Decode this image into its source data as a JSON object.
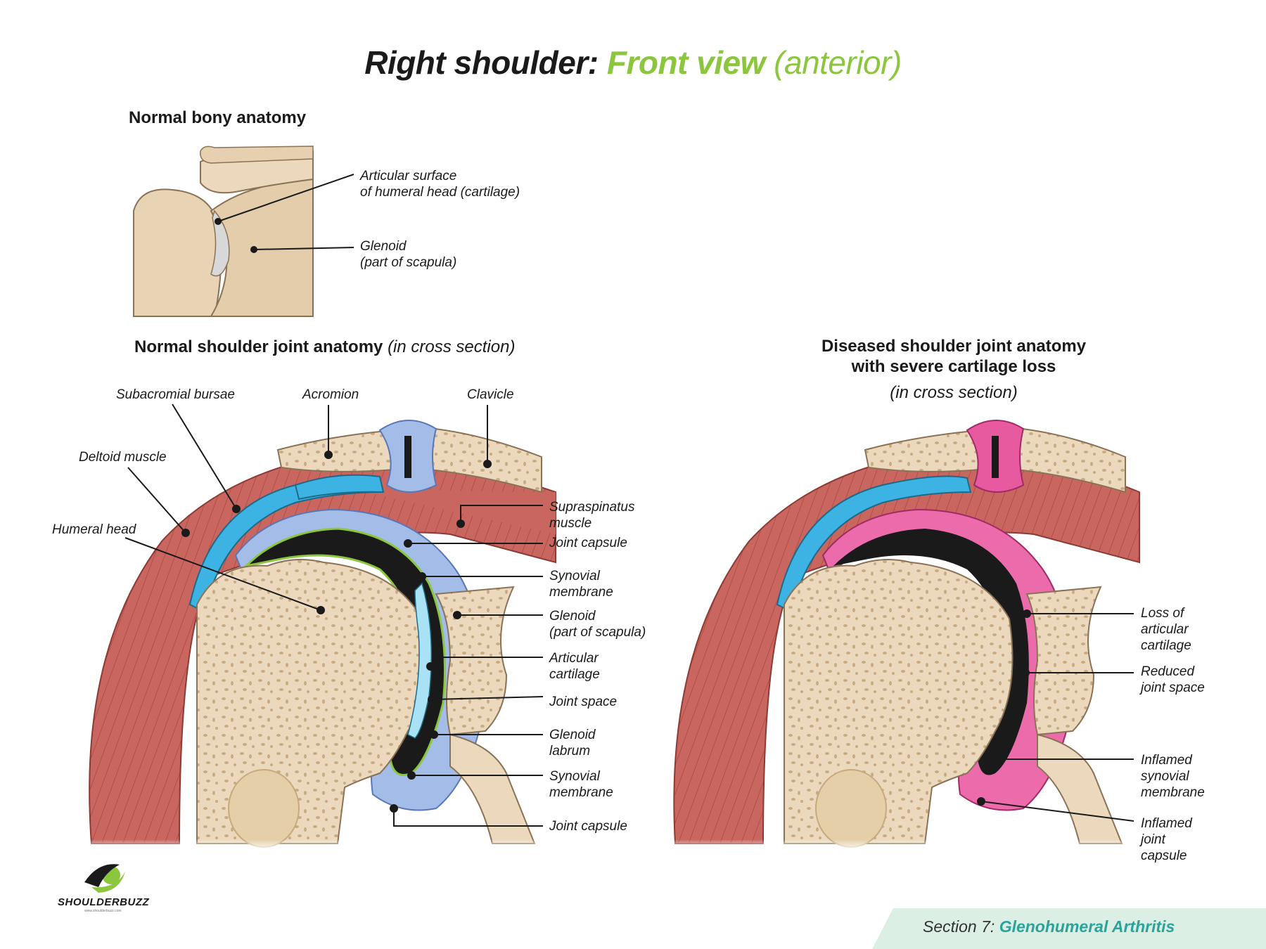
{
  "title": {
    "part1": "Right shoulder",
    "part2": "Front view",
    "part3": "(anterior)"
  },
  "headings": {
    "normal_bony": "Normal bony anatomy",
    "normal_joint": "Normal shoulder joint anatomy",
    "normal_joint_suffix": "(in cross section)",
    "diseased_line1": "Diseased shoulder joint anatomy",
    "diseased_line2": "with severe cartilage loss",
    "diseased_suffix": "(in cross section)"
  },
  "bony_labels": {
    "articular_surface_1": "Articular surface",
    "articular_surface_2": "of humeral head (cartilage)",
    "glenoid_1": "Glenoid",
    "glenoid_2": "(part of scapula)"
  },
  "normal_labels": {
    "subacromial_bursae": "Subacromial bursae",
    "acromion": "Acromion",
    "clavicle": "Clavicle",
    "deltoid_muscle": "Deltoid muscle",
    "humeral_head": "Humeral head",
    "supraspinatus_1": "Supraspinatus",
    "supraspinatus_2": "muscle",
    "joint_capsule": "Joint capsule",
    "synovial_membrane_1": "Synovial",
    "synovial_membrane_2": "membrane",
    "glenoid_1": "Glenoid",
    "glenoid_2": "(part of scapula)",
    "articular_cartilage_1": "Articular",
    "articular_cartilage_2": "cartilage",
    "joint_space": "Joint space",
    "glenoid_labrum_1": "Glenoid",
    "glenoid_labrum_2": "labrum",
    "synovial_membrane_b1": "Synovial",
    "synovial_membrane_b2": "membrane",
    "joint_capsule_b": "Joint capsule"
  },
  "diseased_labels": {
    "loss_1": "Loss of",
    "loss_2": "articular",
    "loss_3": "cartilage",
    "reduced_1": "Reduced",
    "reduced_2": "joint space",
    "inflamed_syn_1": "Inflamed",
    "inflamed_syn_2": "synovial",
    "inflamed_syn_3": "membrane",
    "inflamed_cap_1": "Inflamed",
    "inflamed_cap_2": "joint",
    "inflamed_cap_3": "capsule"
  },
  "logo": {
    "name": "SHOULDERBUZZ",
    "url": "www.shoulderbuzz.com"
  },
  "footer": {
    "section": "Section 7:",
    "topic": "Glenohumeral Arthritis"
  },
  "colors": {
    "title_green": "#8cc63f",
    "muscle": "#c9665f",
    "bone": "#ecd9bd",
    "bursa": "#3db3e3",
    "capsule_normal": "#9fb6e6",
    "synovial_normal": "#8cc63f",
    "inflamed": "#e85aa0",
    "footer_accent": "#2aa39a"
  }
}
